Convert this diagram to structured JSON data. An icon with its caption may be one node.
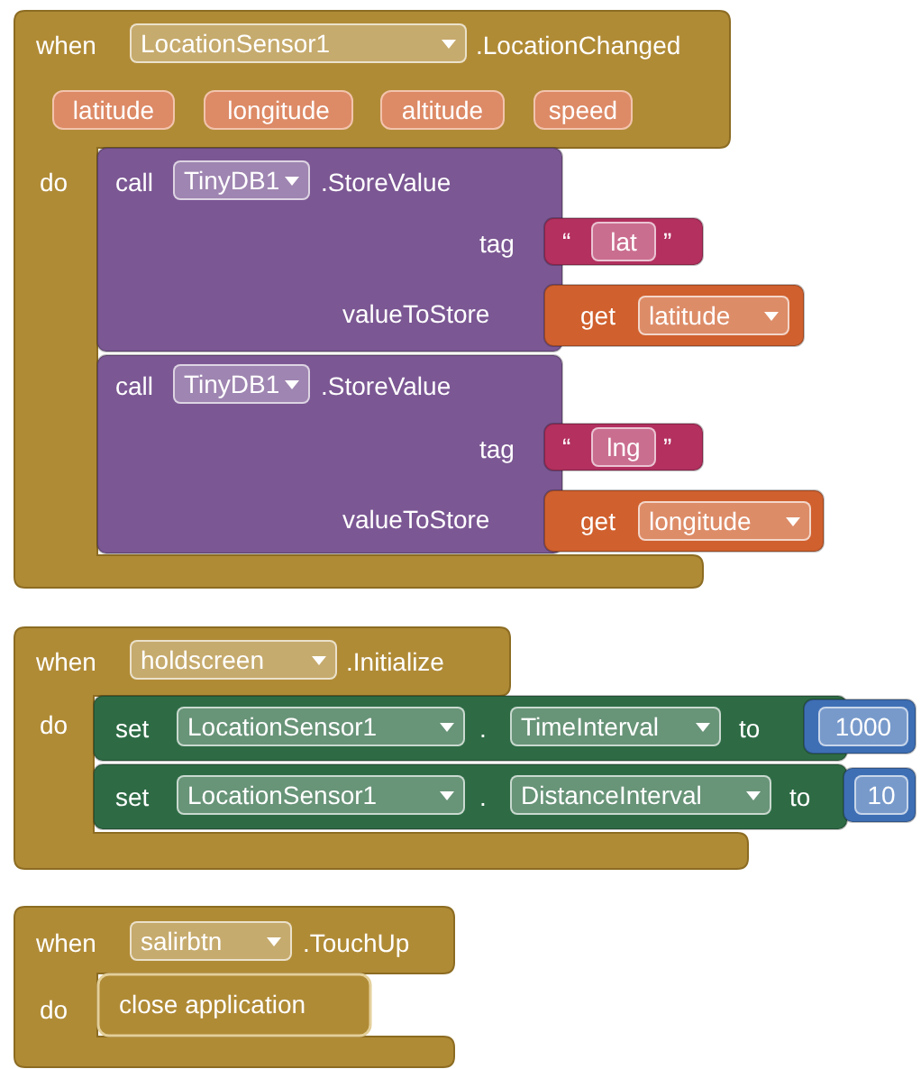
{
  "diagram": {
    "nodes": [
      {
        "text": [
          "when",
          "LocationSensor1",
          ".LocationChanged",
          "latitude",
          "longitude",
          "altitude",
          "speed",
          "do"
        ]
      },
      {
        "text": [
          "call",
          "TinyDB1",
          ".StoreValue",
          "tag",
          "valueToStore"
        ],
        "in": 0
      },
      {
        "text": [
          "“",
          "lat",
          "”"
        ]
      },
      {
        "text": [
          "get",
          "latitude"
        ]
      },
      {
        "text": [
          "call",
          "TinyDB1",
          ".StoreValue",
          "tag",
          "valueToStore"
        ],
        "in": 0
      },
      {
        "text": [
          "“",
          "lng",
          "”"
        ]
      },
      {
        "text": [
          "get",
          "longitude"
        ]
      },
      {
        "text": [
          "when",
          "holdscreen",
          ".Initialize",
          "do"
        ]
      },
      {
        "text": [
          "set",
          "LocationSensor1",
          ".",
          "TimeInterval",
          "to"
        ],
        "in": 7
      },
      {
        "text": [
          "1000"
        ]
      },
      {
        "text": [
          "set",
          "LocationSensor1",
          ".",
          "DistanceInterval",
          "to"
        ],
        "in": 7
      },
      {
        "text": [
          "10"
        ]
      },
      {
        "text": [
          "when",
          "salirbtn",
          ".TouchUp",
          "do"
        ]
      },
      {
        "text": [
          "close application"
        ],
        "in": 12
      }
    ]
  }
}
